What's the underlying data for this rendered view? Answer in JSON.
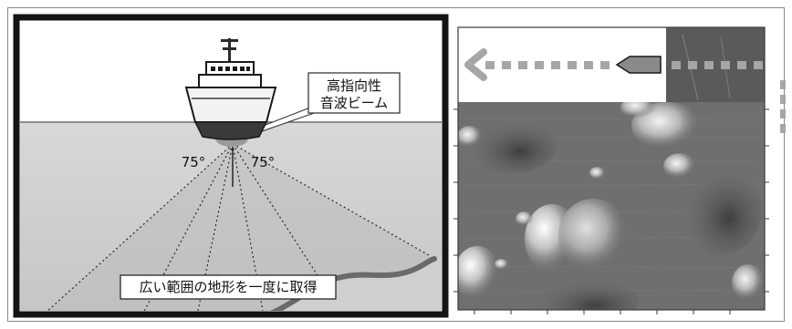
{
  "callout": {
    "line1": "高指向性",
    "line2": "音波ビーム"
  },
  "angles": {
    "left": "75°",
    "right": "75°"
  },
  "caption": "広い範囲の地形を一度に取得",
  "colors": {
    "frame_border": "#1a1a1a",
    "sky": "#ffffff",
    "sea": "#d2d2d2",
    "hull_top": "#f2f2f2",
    "hull_bottom": "#3a3a3a",
    "seabed_line": "#5a5a5a",
    "beam": "#b0b0b0",
    "map_bg": "#6e6e6e",
    "track_arrow": "#a9a9a9"
  },
  "icons": {
    "ship": "ship-icon",
    "track_arrow": "left-arrow-icon"
  }
}
